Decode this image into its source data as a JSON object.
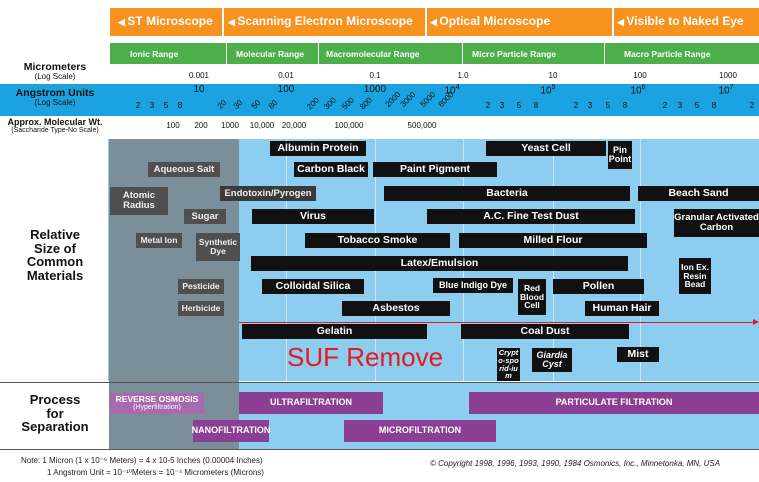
{
  "top_ranges": [
    "ST Microscope",
    "Scanning Electron Microscope",
    "Optical Microscope",
    "Visible to Naked Eye"
  ],
  "green_ranges": [
    "Ionic Range",
    "Molecular Range",
    "Macromolecular Range",
    "Micro Particle Range",
    "Macro Particle Range"
  ],
  "micrometers": {
    "label": "Micrometers",
    "sub": "(Log Scale)",
    "ticks": [
      "0.001",
      "0.01",
      "0.1",
      "1.0",
      "10",
      "100",
      "1000"
    ]
  },
  "angstrom": {
    "label": "Angstrom Units",
    "sub": "(Log Scale)",
    "majors": [
      "10",
      "100",
      "1000",
      "10",
      "10",
      "10",
      "10"
    ],
    "major_exps": [
      "",
      "",
      "",
      "4",
      "5",
      "6",
      "7"
    ],
    "minors": [
      "2",
      "3",
      "5",
      "8",
      "20",
      "30",
      "50",
      "80",
      "200",
      "300",
      "500",
      "800",
      "2000",
      "3000",
      "5000",
      "8000",
      "2",
      "3",
      "5",
      "8",
      "2",
      "3",
      "5",
      "8",
      "2",
      "3",
      "5",
      "8",
      "2"
    ]
  },
  "molwt": {
    "label": "Approx. Molecular Wt.",
    "sub": "(Saccharide Type-No Scale)",
    "ticks": [
      "100",
      "200",
      "1000",
      "10,000",
      "20,000",
      "100,000",
      "500,000"
    ]
  },
  "materials_label": "Relative Size of Common Materials",
  "materials": {
    "albumin": "Albumin Protein",
    "yeast": "Yeast Cell",
    "pin_point": "Pin Point",
    "aqueous_salt": "Aqueous Salt",
    "carbon_black": "Carbon Black",
    "paint_pigment": "Paint Pigment",
    "atomic_radius": "Atomic Radius",
    "endotoxin": "Endotoxin/Pyrogen",
    "bacteria": "Bacteria",
    "beach_sand": "Beach Sand",
    "sugar": "Sugar",
    "virus": "Virus",
    "ac_dust": "A.C. Fine Test Dust",
    "granular_carbon": "Granular Activated Carbon",
    "metal_ion": "Metal Ion",
    "synthetic_dye": "Synthetic Dye",
    "tobacco_smoke": "Tobacco Smoke",
    "milled_flour": "Milled Flour",
    "latex": "Latex/Emulsion",
    "ion_ex_bead": "Ion Ex. Resin Bead",
    "pesticide": "Pesticide",
    "colloidal_silica": "Colloidal Silica",
    "blue_indigo": "Blue Indigo Dye",
    "red_blood": "Red Blood Cell",
    "pollen": "Pollen",
    "herbicide": "Herbicide",
    "asbestos": "Asbestos",
    "human_hair": "Human Hair",
    "gelatin": "Gelatin",
    "coal_dust": "Coal Dust",
    "mist": "Mist",
    "cryptosporidium": "Crypto-sporid-ium",
    "giardia": "Giardia Cyst"
  },
  "annotation": {
    "text": "SUF Remove",
    "color": "#e8191e"
  },
  "process_label": "Process for Separation",
  "processes": {
    "ro": "REVERSE OSMOSIS",
    "ro_sub": "(Hyperfiltration)",
    "uf": "ULTRAFILTRATION",
    "pf": "PARTICULATE FILTRATION",
    "nf": "NANOFILTRATION",
    "mf": "MICROFILTRATION"
  },
  "note_line1": "Note: 1 Micron (1 x 10⁻⁶ Meters) = 4 x 10-5 Inches (0.00004 Inches)",
  "note_line2": "1 Angstrom Unit = 10⁻¹⁰Meters = 10⁻⁴ Micrometers (Microns)",
  "copyright": "© Copyright 1998, 1996, 1993, 1990, 1984 Osmonics, Inc., Minnetonka, MN, USA",
  "colors": {
    "orange": "#f7921e",
    "green": "#4daf4a",
    "cyan": "#1aa3e0",
    "lightblue": "#8ccdf0",
    "grey": "#7b8f9b",
    "purple": "#8b3f94",
    "red": "#e8191e"
  }
}
